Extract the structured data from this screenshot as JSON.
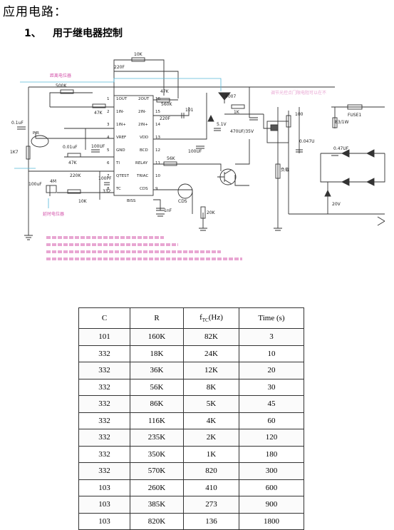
{
  "heading": "应用电路：",
  "section": {
    "number": "1、",
    "title": "用于继电器控制"
  },
  "schematic": {
    "labels": {
      "r_top": "10K",
      "c_top": "220F",
      "c47": "47K",
      "r560": "560K",
      "c220": "220F",
      "c101": "101",
      "d4007": "4007",
      "d51v": "5.1V",
      "r1k": "1K",
      "c470": "470UF/35V",
      "fuse": "FUSE1",
      "r500k": "500K",
      "r47a": "47K",
      "c01": "0.1uF",
      "r1k7": "1K7",
      "pir": "PIR",
      "c001": "0.01uF",
      "c100uf": "100UF",
      "r47b": "47K",
      "c100uf2": "100UF",
      "r56k": "56K",
      "r220k": "220K",
      "c100p": "100PF",
      "c332": "332",
      "m4": "4M",
      "c100u3": "100uF",
      "r10k": "10K",
      "cds": "CDS",
      "c1nf": "1nF",
      "r20k": "20K",
      "r100": "100",
      "c047": "0.047U",
      "load": "负载",
      "c047b": "0.47UF",
      "v20": "20V",
      "r83": "83/1W",
      "ic": "BISS",
      "pin_l1": "1OUT",
      "pin_l2": "1IN-",
      "pin_l3": "1IN+",
      "pin_l4": "VREF",
      "pin_l5": "GND",
      "pin_l6": "TI",
      "pin_l7": "QTEST",
      "pin_l8": "TC",
      "pin_r1": "2OUT",
      "pin_r2": "2IN-",
      "pin_r3": "2IN+",
      "pin_r4": "VDD",
      "pin_r5": "BCD",
      "pin_r6": "RELAY",
      "pin_r7": "TRIAC",
      "pin_r8": "CDS",
      "n16": "16",
      "n15": "15",
      "n14": "14",
      "n13": "13",
      "n12": "12",
      "n11": "11",
      "n10": "10",
      "n9": "9",
      "n1": "1",
      "n2": "2",
      "n3": "3",
      "n4": "4",
      "n5": "5",
      "n6": "6",
      "n7": "7",
      "n8": "8",
      "note_top": "距离电位器",
      "note_time": "延时电位器",
      "note_right": "调节光控点门限电阻可以在不"
    }
  },
  "table": {
    "headers": {
      "c": "C",
      "r": "R",
      "f": "f",
      "f_sub": "TC",
      "f_unit": "(Hz)",
      "t": "Time (s)"
    },
    "rows": [
      {
        "c": "101",
        "r": "160K",
        "f": "82K",
        "t": "3"
      },
      {
        "c": "332",
        "r": "18K",
        "f": "24K",
        "t": "10"
      },
      {
        "c": "332",
        "r": "36K",
        "f": "12K",
        "t": "20"
      },
      {
        "c": "332",
        "r": "56K",
        "f": "8K",
        "t": "30"
      },
      {
        "c": "332",
        "r": "86K",
        "f": "5K",
        "t": "45"
      },
      {
        "c": "332",
        "r": "116K",
        "f": "4K",
        "t": "60"
      },
      {
        "c": "332",
        "r": "235K",
        "f": "2K",
        "t": "120"
      },
      {
        "c": "332",
        "r": "350K",
        "f": "1K",
        "t": "180"
      },
      {
        "c": "332",
        "r": "570K",
        "f": "820",
        "t": "300"
      },
      {
        "c": "103",
        "r": "260K",
        "f": "410",
        "t": "600"
      },
      {
        "c": "103",
        "r": "385K",
        "f": "273",
        "t": "900"
      },
      {
        "c": "103",
        "r": "820K",
        "f": "136",
        "t": "1800"
      }
    ]
  }
}
